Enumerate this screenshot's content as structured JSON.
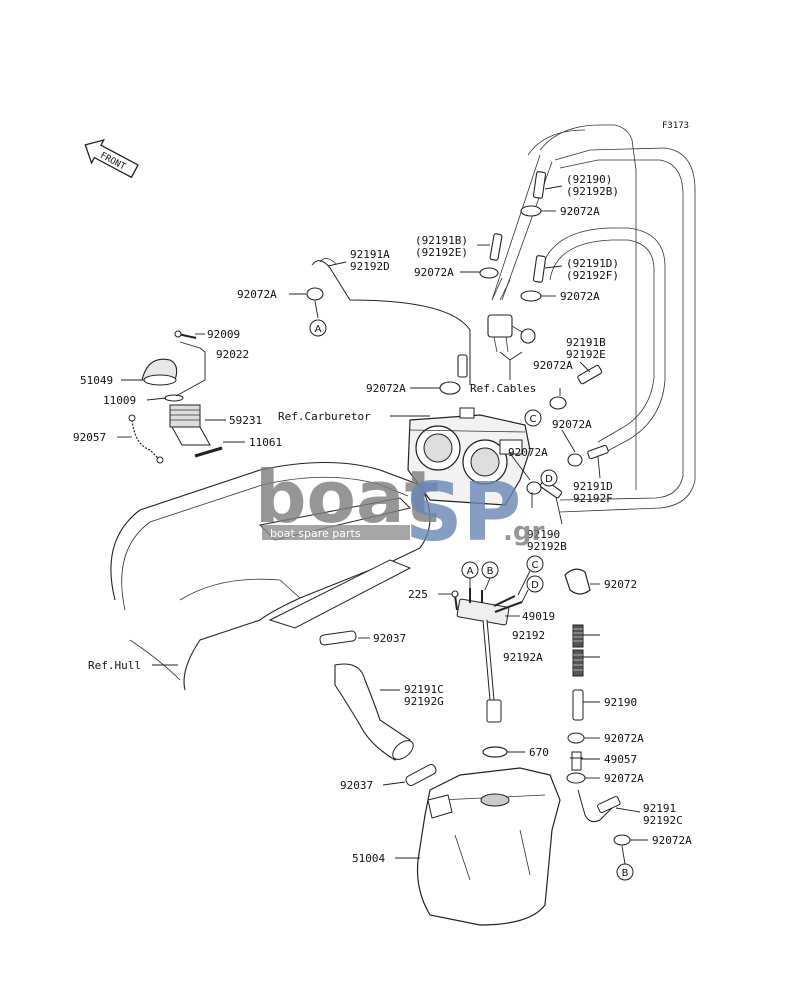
{
  "figure_code": "F3173",
  "front_label": "FRONT",
  "watermark": {
    "main": "boat",
    "sp": "SP",
    "tld": ".gr",
    "tagline": "boat spare parts"
  },
  "refs": {
    "carburetor": "Ref.Carburetor",
    "cables": "Ref.Cables",
    "hull": "Ref.Hull"
  },
  "callouts": [
    "A",
    "B",
    "C",
    "D"
  ],
  "parts": {
    "p92190_92192B_top": [
      "(92190)",
      "(92192B)"
    ],
    "p92072A_1": "92072A",
    "p92191B_92192E_paren": [
      "(92191B)",
      "(92192E)"
    ],
    "p92191A_92192D": [
      "92191A",
      "92192D"
    ],
    "p92072A_2": "92072A",
    "p92191D_92192F_paren": [
      "(92191D)",
      "(92192F)"
    ],
    "p92072A_3": "92072A",
    "p92072A_4": "92072A",
    "p92009": "92009",
    "p92022": "92022",
    "p51049": "51049",
    "p11009": "11009",
    "p59231": "59231",
    "p92057": "92057",
    "p11061": "11061",
    "p92072A_5": "92072A",
    "p92191B_92192E": [
      "92191B",
      "92192E"
    ],
    "p92072A_6": "92072A",
    "p92072A_7": "92072A",
    "p92072A_8": "92072A",
    "p92191D_92192F": [
      "92191D",
      "92192F"
    ],
    "p92190_92192B": [
      "92190",
      "92192B"
    ],
    "p225": "225",
    "p49019": "49019",
    "p92072": "92072",
    "p92192": "92192",
    "p92192A": "92192A",
    "p92037_1": "92037",
    "p92191C_92192G": [
      "92191C",
      "92192G"
    ],
    "p92190": "92190",
    "p92072A_9": "92072A",
    "p49057": "49057",
    "p670": "670",
    "p92072A_10": "92072A",
    "p92037_2": "92037",
    "p92191_92192C": [
      "92191",
      "92192C"
    ],
    "p92072A_11": "92072A",
    "p51004": "51004"
  }
}
